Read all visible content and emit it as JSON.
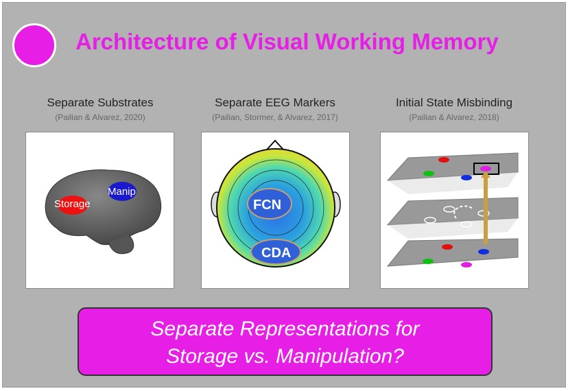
{
  "slide": {
    "title": "Architecture of Visual Working Memory",
    "accent_color": "#e61ee6",
    "columns": [
      {
        "heading": "Separate Substrates",
        "citation": "(Pailian & Alvarez, 2020)",
        "labels": [
          "Storage",
          "Manip"
        ]
      },
      {
        "heading": "Separate EEG Markers",
        "citation": "(Pailian, Stormer, & Alvarez, 2017)",
        "labels": [
          "FCN",
          "CDA"
        ]
      },
      {
        "heading": "Initial State Misbinding",
        "citation": "(Pailian & Alvarez, 2018)"
      }
    ],
    "question_line1": "Separate Representations for",
    "question_line2": "Storage vs. Manipulation?"
  }
}
